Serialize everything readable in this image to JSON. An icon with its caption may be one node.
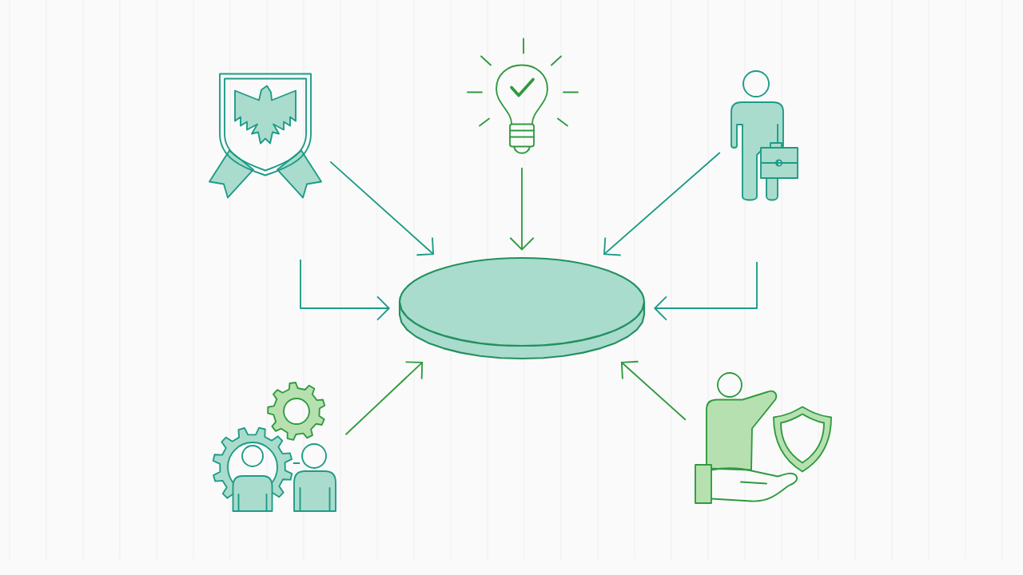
{
  "diagram": {
    "nodes": [
      {
        "text": [],
        "shape": "picture"
      },
      {
        "text": [],
        "shape": "picture"
      },
      {
        "text": [],
        "shape": "picture"
      },
      {
        "text": [],
        "shape": "cylinder"
      },
      {
        "text": [],
        "shape": "picture"
      },
      {
        "text": [],
        "shape": "picture"
      }
    ],
    "edges": [
      {
        "from": 0,
        "to": 3,
        "arrow": "to"
      },
      {
        "from": 1,
        "to": 3,
        "arrow": "to",
        "color": "#2f9a3f"
      },
      {
        "from": 2,
        "to": 3,
        "arrow": "to"
      },
      {
        "from": null,
        "to": 3,
        "arrow": "to"
      },
      {
        "from": null,
        "to": 3,
        "arrow": "to"
      },
      {
        "from": 4,
        "to": 3,
        "arrow": "to",
        "color": "#2f9a3f"
      },
      {
        "from": 5,
        "to": 3,
        "arrow": "to",
        "color": "#2f9a3f"
      }
    ]
  }
}
